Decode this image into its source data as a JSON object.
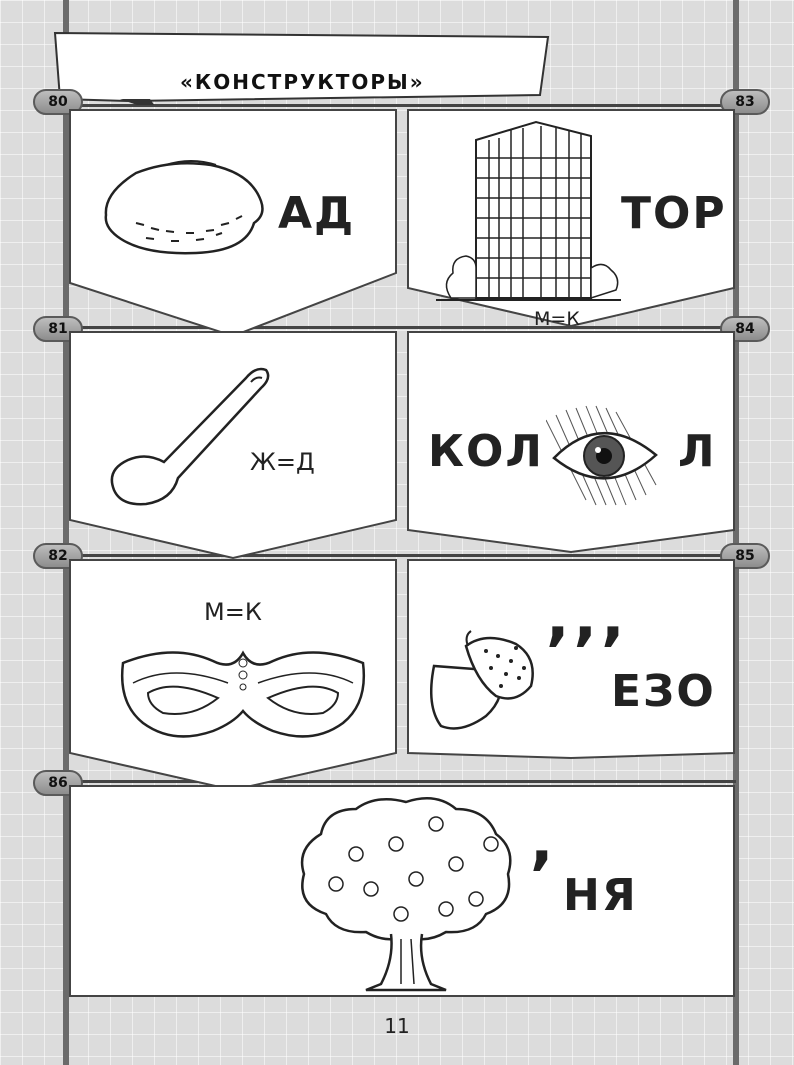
{
  "banner": {
    "title": "«КОНСТРУКТОРЫ»"
  },
  "puzzles": [
    {
      "number": "80",
      "picture": "lemon",
      "main": "АД",
      "hint": ""
    },
    {
      "number": "83",
      "picture": "apartment-building",
      "main": "ТОР",
      "hint": "М=К"
    },
    {
      "number": "81",
      "picture": "spoon",
      "main": "",
      "hint": "Ж=Д"
    },
    {
      "number": "84",
      "picture": "eye",
      "main": "КОЛ",
      "main2": "Л",
      "hint": ""
    },
    {
      "number": "82",
      "picture": "mask",
      "main": "",
      "hint": "М=К"
    },
    {
      "number": "85",
      "picture": "acorn",
      "main": "ЕЗО",
      "commas": ",,,",
      "hint": ""
    },
    {
      "number": "86",
      "picture": "apple-tree",
      "main": "НЯ",
      "commas": ",",
      "hint": ""
    }
  ],
  "page_number": "11"
}
